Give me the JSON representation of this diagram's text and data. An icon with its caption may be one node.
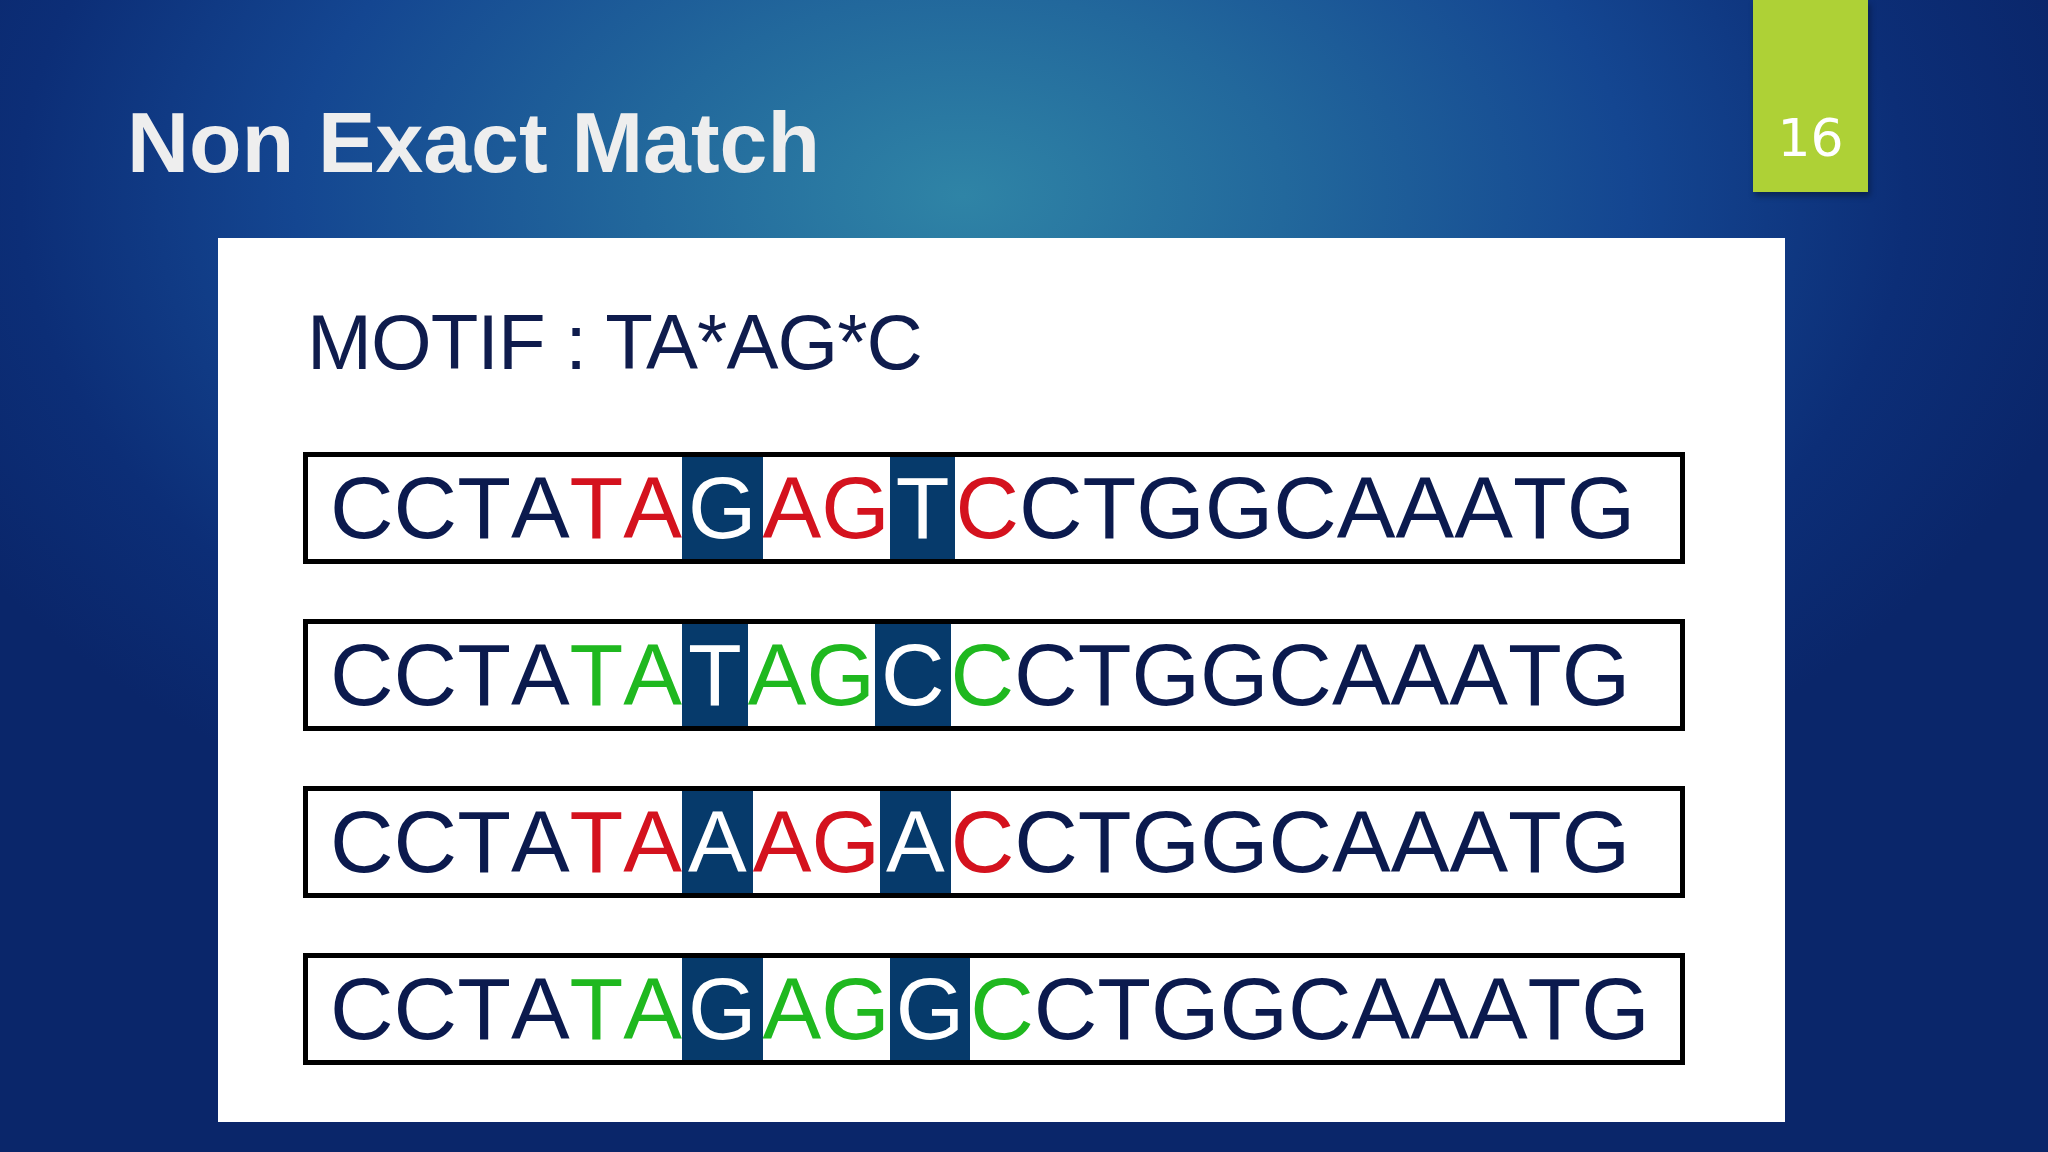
{
  "diagram": {
    "title": "Non Exact Match",
    "nodes": [
      {
        "text": [
          "16"
        ]
      },
      {
        "text": [
          "MOTIF : TA*AG*C"
        ]
      },
      {
        "text": [
          "CCTATAGAGTCCTGGCAAATG"
        ],
        "in": 1
      },
      {
        "text": [
          "CCTATATAGCCCTGGCAAATG"
        ],
        "in": 1
      },
      {
        "text": [
          "CCTATAAAGACCTGGCAAATG"
        ],
        "in": 1
      },
      {
        "text": [
          "CCTATAGAGGCCTGGCAAATG"
        ],
        "in": 1
      }
    ]
  }
}
